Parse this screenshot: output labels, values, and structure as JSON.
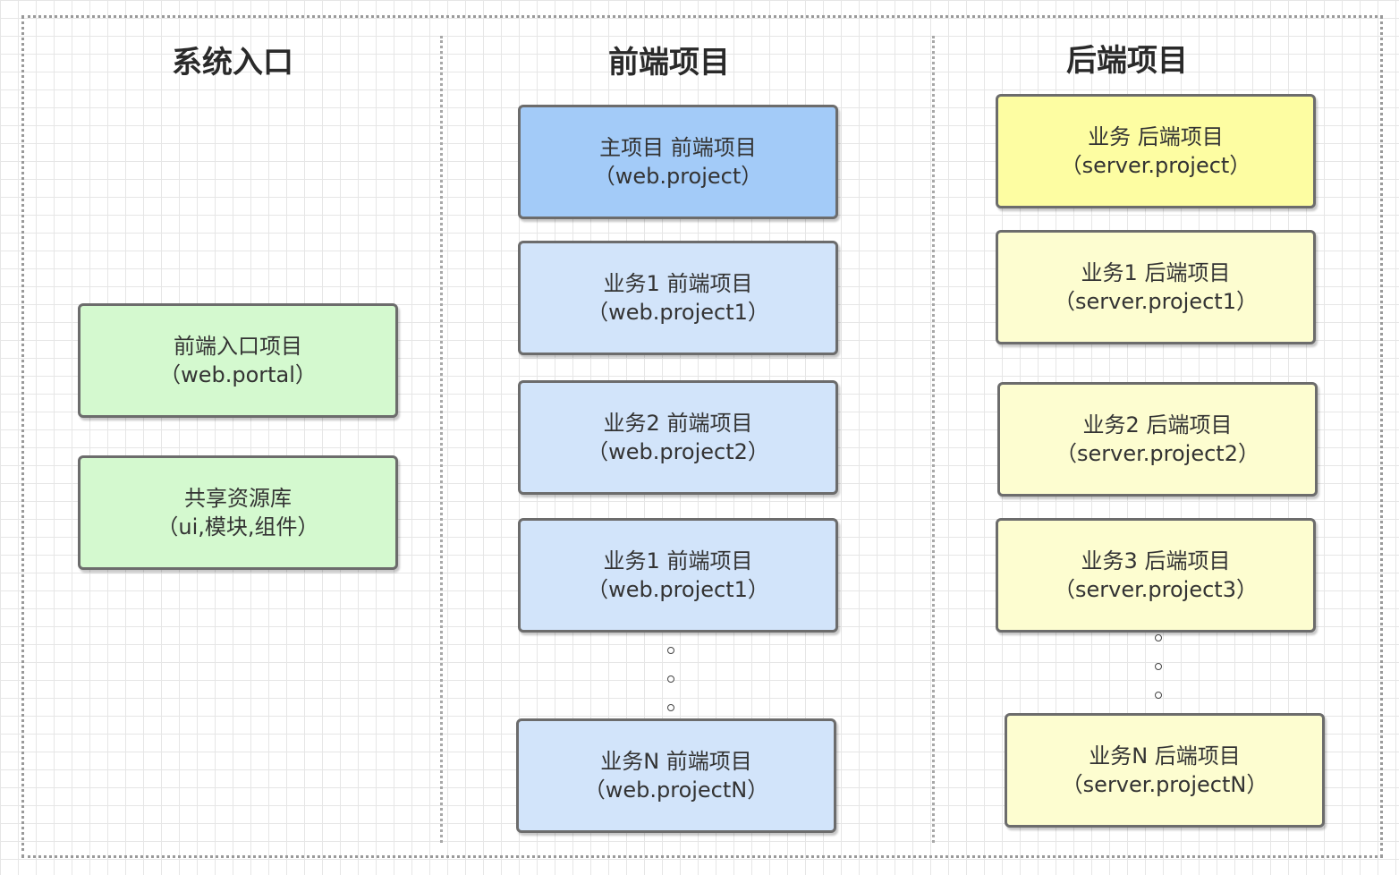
{
  "columns": {
    "entry": {
      "title": "系统入口"
    },
    "frontend": {
      "title": "前端项目"
    },
    "backend": {
      "title": "后端项目"
    }
  },
  "entry_nodes": [
    {
      "line1": "前端入口项目",
      "line2": "（web.portal）"
    },
    {
      "line1": "共享资源库",
      "line2": "（ui,模块,组件）"
    }
  ],
  "frontend_nodes": [
    {
      "line1": "主项目 前端项目",
      "line2": "（web.project）"
    },
    {
      "line1": "业务1 前端项目",
      "line2": "（web.project1）"
    },
    {
      "line1": "业务2 前端项目",
      "line2": "（web.project2）"
    },
    {
      "line1": "业务1 前端项目",
      "line2": "（web.project1）"
    },
    {
      "line1": "业务N 前端项目",
      "line2": "（web.projectN）"
    }
  ],
  "backend_nodes": [
    {
      "line1": "业务 后端项目",
      "line2": "（server.project）"
    },
    {
      "line1": "业务1 后端项目",
      "line2": "（server.project1）"
    },
    {
      "line1": "业务2 后端项目",
      "line2": "（server.project2）"
    },
    {
      "line1": "业务3 后端项目",
      "line2": "（server.project3）"
    },
    {
      "line1": "业务N 后端项目",
      "line2": "（server.projectN）"
    }
  ],
  "colors": {
    "entry_fill": "#d4f9cf",
    "frontend_main_fill": "#a3cbf8",
    "frontend_fill": "#d2e4fa",
    "backend_main_fill": "#fdfda2",
    "backend_fill": "#fdfdd0",
    "border": "#6c6c6c"
  }
}
